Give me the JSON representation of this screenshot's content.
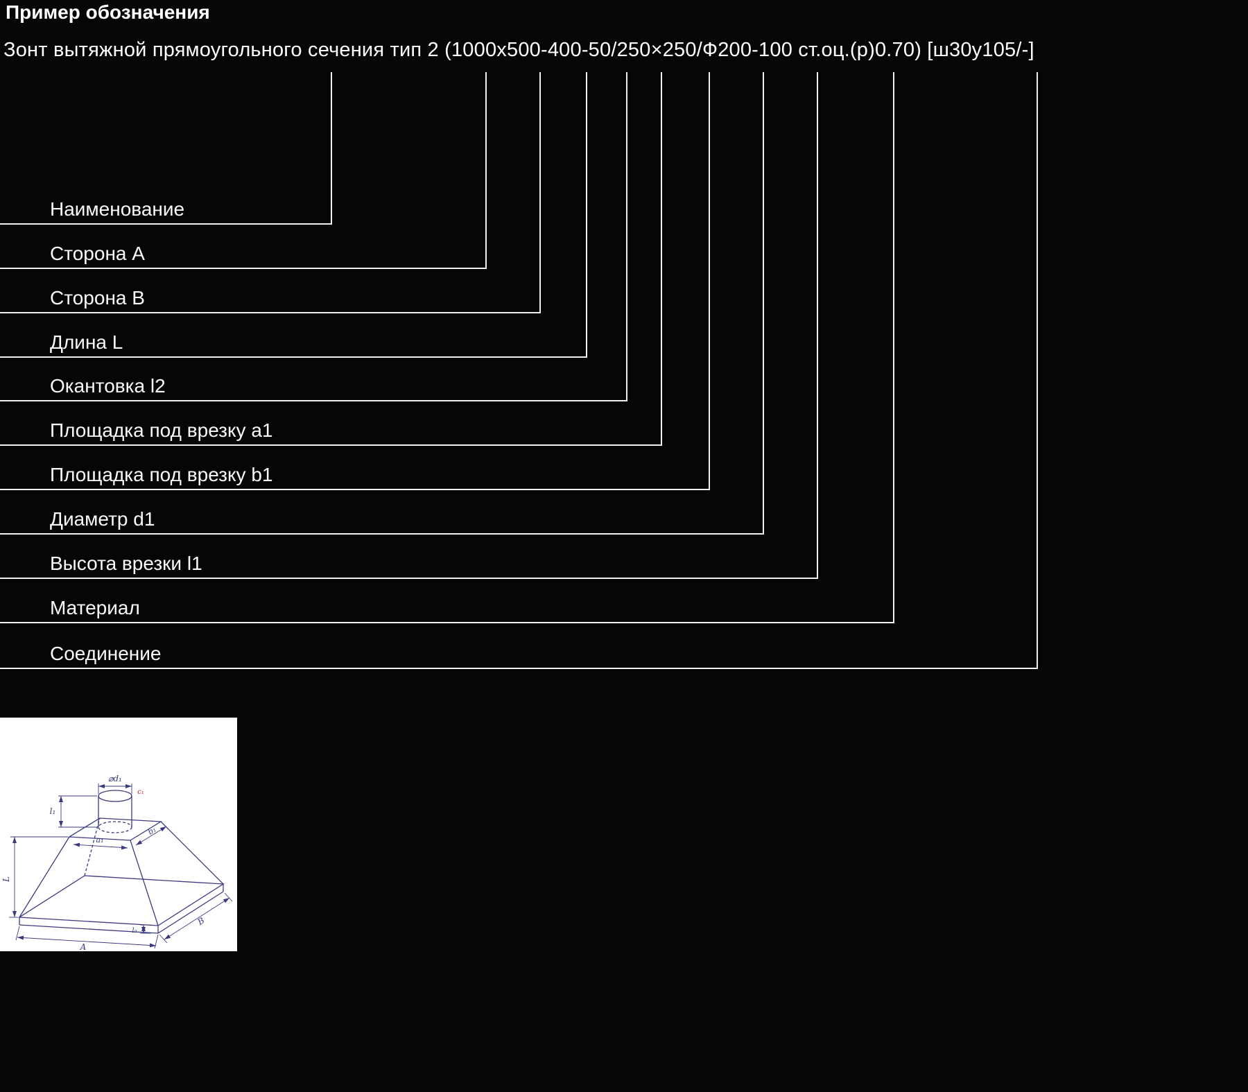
{
  "page": {
    "title": "Пример обозначения",
    "designation": "Зонт вытяжной прямоугольного сечения тип 2 (1000х500-400-50/250×250/Ф200-100 ст.оц.(р)0.70) [ш30у105/-]"
  },
  "callouts": [
    "Наименование",
    "Сторона A",
    "Сторона B",
    "Длина L",
    "Окантовка l2",
    "Площадка под врезку a1",
    "Площадка под врезку b1",
    "Диаметр d1",
    "Высота врезки l1",
    "Материал",
    "Соединение"
  ],
  "drawing": {
    "labels": {
      "d1": "⌀d₁",
      "l1": "l₁",
      "c1": "c₁",
      "a1": "a₁",
      "b1": "b₁",
      "L_dim": "L",
      "A_dim": "A",
      "B_dim": "B",
      "l2": "l₂"
    }
  },
  "colors": {
    "background": "#060606",
    "text": "#ffffff",
    "callout_line": "#f2f2f2",
    "drawing_line": "#3a3a80",
    "drawing_accent": "#cc2222",
    "drawing_background": "#ffffff"
  }
}
